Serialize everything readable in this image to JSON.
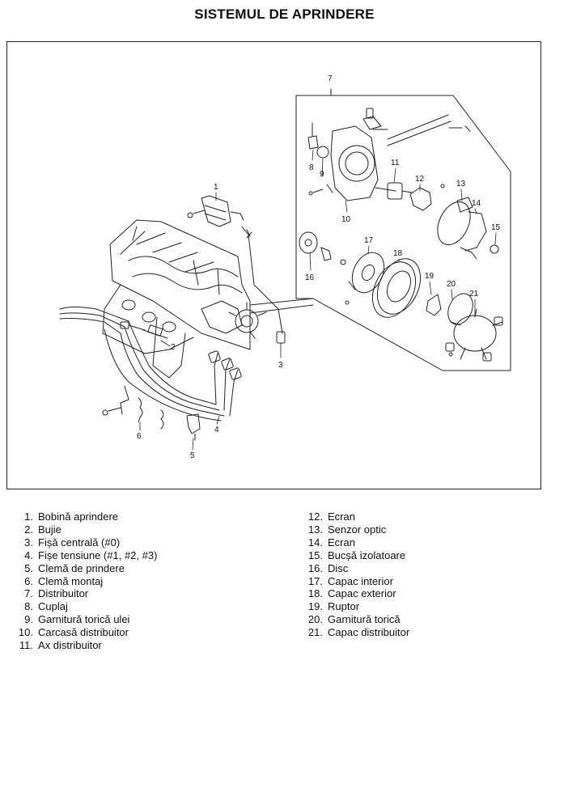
{
  "page": {
    "title": "SISTEMUL DE APRINDERE"
  },
  "figure": {
    "callouts": [
      "1",
      "2",
      "3",
      "4",
      "5",
      "6",
      "7",
      "8",
      "9",
      "10",
      "11",
      "12",
      "13",
      "14",
      "15",
      "16",
      "17",
      "18",
      "19",
      "20",
      "21"
    ]
  },
  "legend": {
    "left": [
      {
        "num": "1.",
        "label": "Bobină aprindere"
      },
      {
        "num": "2.",
        "label": "Bujie"
      },
      {
        "num": "3.",
        "label": "Fișă centrală (#0)"
      },
      {
        "num": "4.",
        "label": "Fișe tensiune (#1, #2, #3)"
      },
      {
        "num": "5.",
        "label": "Clemă de prindere"
      },
      {
        "num": "6.",
        "label": "Clemă montaj"
      },
      {
        "num": "7.",
        "label": "Distribuitor"
      },
      {
        "num": "8.",
        "label": "Cuplaj"
      },
      {
        "num": "9.",
        "label": "Garnitură torică ulei"
      },
      {
        "num": "10.",
        "label": "Carcasă distribuitor"
      },
      {
        "num": "11.",
        "label": "Ax distribuitor"
      }
    ],
    "right": [
      {
        "num": "12.",
        "label": "Ecran"
      },
      {
        "num": "13.",
        "label": "Senzor optic"
      },
      {
        "num": "14.",
        "label": "Ecran"
      },
      {
        "num": "15.",
        "label": "Bucșă izolatoare"
      },
      {
        "num": "16.",
        "label": "Disc"
      },
      {
        "num": "17.",
        "label": "Capac interior"
      },
      {
        "num": "18.",
        "label": "Capac exterior"
      },
      {
        "num": "19.",
        "label": "Ruptor"
      },
      {
        "num": "20.",
        "label": "Garnitură torică"
      },
      {
        "num": "21.",
        "label": "Capac distribuitor"
      }
    ]
  }
}
